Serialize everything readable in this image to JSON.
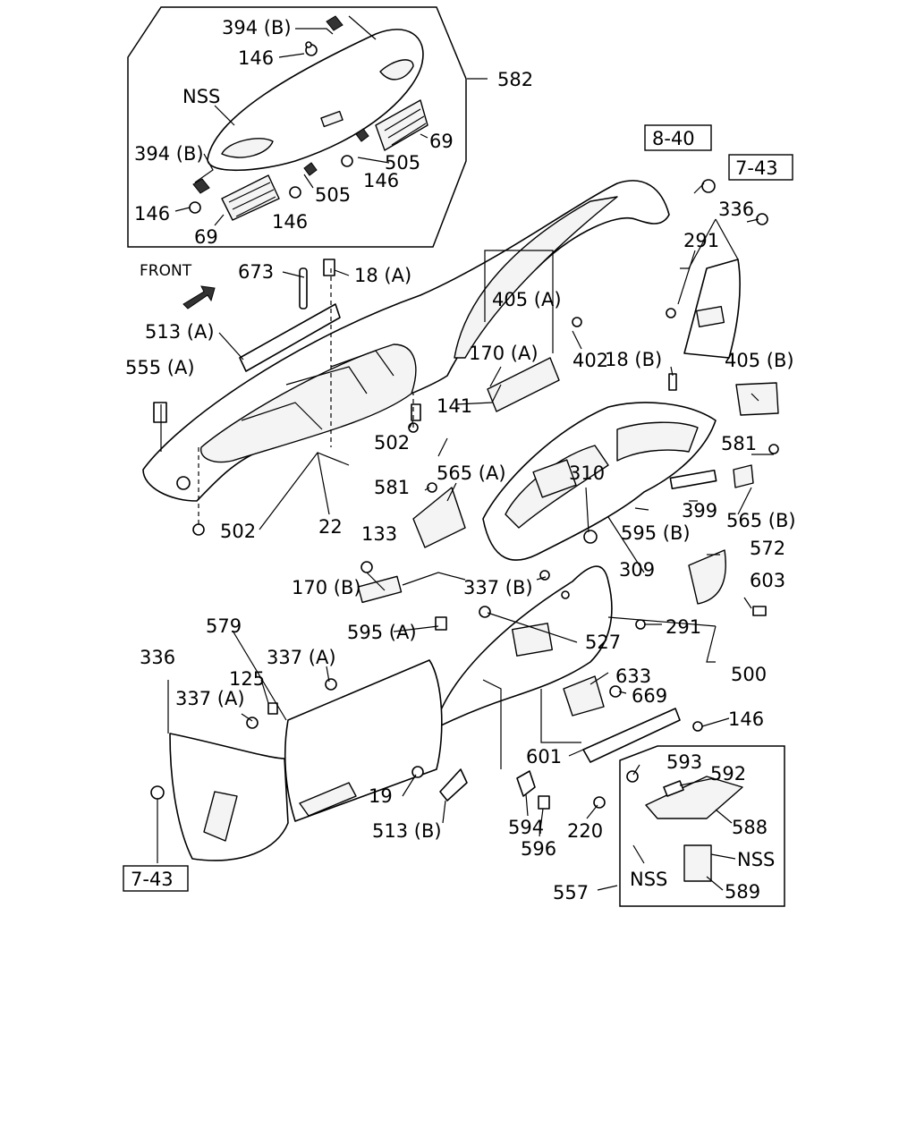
{
  "labels": {
    "l_394b_top": "394 (B)",
    "l_146_top": "146",
    "l_nss_top": "NSS",
    "l_582": "582",
    "l_394b_mid": "394 (B)",
    "l_69_right": "69",
    "l_505_right": "505",
    "l_146_mid": "146",
    "l_505_left": "505",
    "l_146_left": "146",
    "l_146_btm": "146",
    "l_69_btm": "69",
    "l_8_40": "8-40",
    "l_7_43_top": "7-43",
    "l_336_top": "336",
    "l_291_top": "291",
    "l_front": "FRONT",
    "l_673": "673",
    "l_18a": "18 (A)",
    "l_513a": "513 (A)",
    "l_405a": "405 (A)",
    "l_170a": "170 (A)",
    "l_402": "402",
    "l_18b": "18 (B)",
    "l_405b": "405 (B)",
    "l_555a": "555 (A)",
    "l_141": "141",
    "l_502_mid": "502",
    "l_565a": "565 (A)",
    "l_310": "310",
    "l_581_right": "581",
    "l_581_left": "581",
    "l_399": "399",
    "l_565b": "565 (B)",
    "l_502_btm": "502",
    "l_22": "22",
    "l_595b": "595 (B)",
    "l_572": "572",
    "l_133": "133",
    "l_309": "309",
    "l_603": "603",
    "l_170b": "170 (B)",
    "l_337b": "337 (B)",
    "l_579": "579",
    "l_595a": "595 (A)",
    "l_291_mid": "291",
    "l_336_left": "336",
    "l_337a_top": "337 (A)",
    "l_527": "527",
    "l_500": "500",
    "l_125": "125",
    "l_633": "633",
    "l_337a_left": "337 (A)",
    "l_669": "669",
    "l_146_right": "146",
    "l_601": "601",
    "l_593": "593",
    "l_592": "592",
    "l_19": "19",
    "l_588": "588",
    "l_513b": "513 (B)",
    "l_594": "594",
    "l_220": "220",
    "l_596": "596",
    "l_nss_r1": "NSS",
    "l_nss_r2": "NSS",
    "l_589": "589",
    "l_557": "557",
    "l_7_43_btm": "7-43"
  }
}
